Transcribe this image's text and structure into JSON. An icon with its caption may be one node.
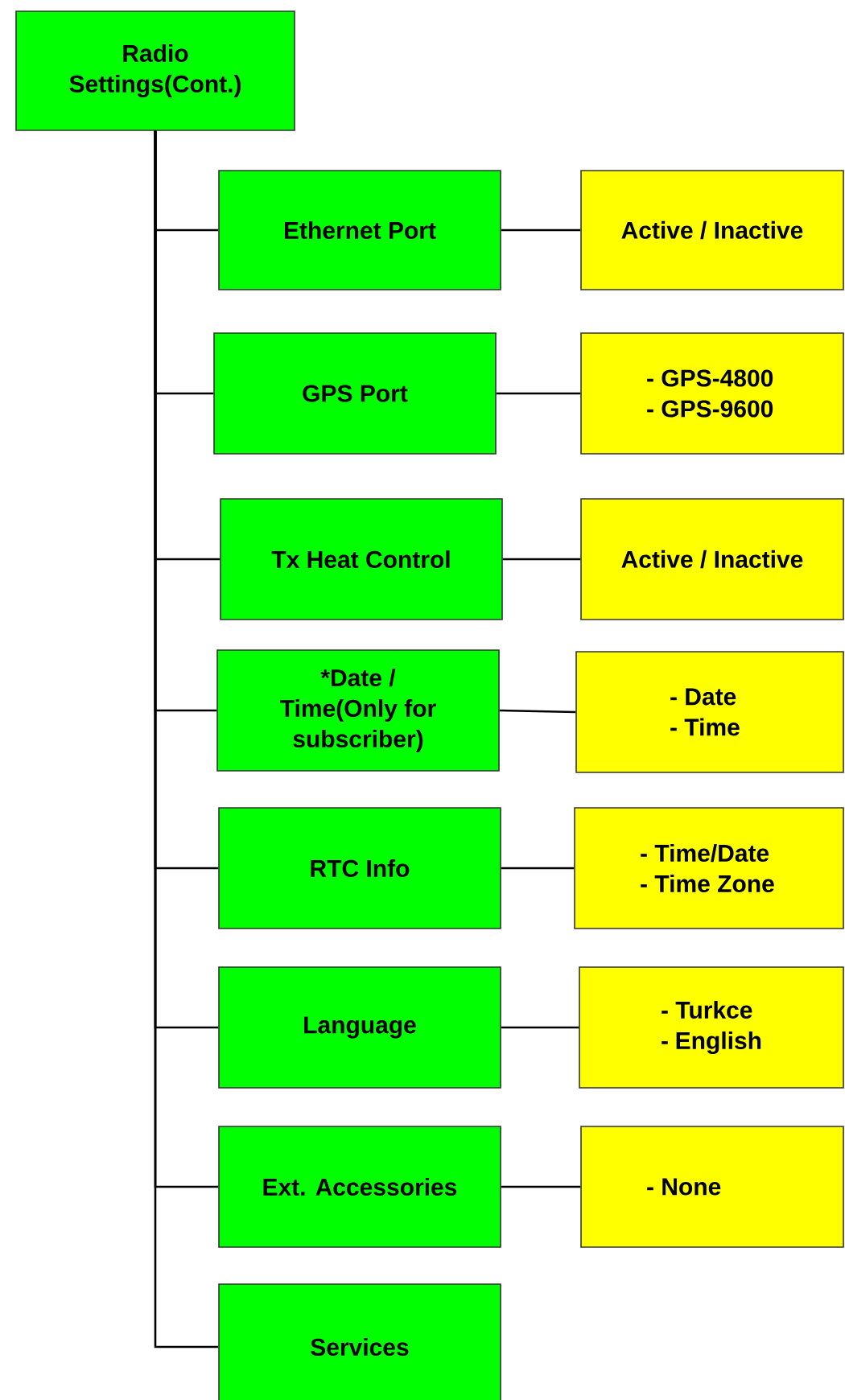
{
  "diagram": {
    "nodes": [
      {
        "text": [
          "Radio Settings(Cont.)"
        ]
      },
      {
        "text": [
          "Ethernet Port"
        ]
      },
      {
        "text": [
          "Active / Inactive"
        ]
      },
      {
        "text": [
          "GPS Port"
        ]
      },
      {
        "text": [
          "- GPS-4800 - GPS-9600"
        ]
      },
      {
        "text": [
          "Tx Heat Control"
        ]
      },
      {
        "text": [
          "Active / Inactive"
        ]
      },
      {
        "text": [
          "*Date / Time(Only for subscriber)"
        ]
      },
      {
        "text": [
          "- Date - Time"
        ]
      },
      {
        "text": [
          "RTC Info"
        ]
      },
      {
        "text": [
          "- Time/Date - Time Zone"
        ]
      },
      {
        "text": [
          "Language"
        ]
      },
      {
        "text": [
          "- Turkce - English"
        ]
      },
      {
        "text": [
          "Ext. Accessories"
        ]
      },
      {
        "text": [
          "- None"
        ]
      },
      {
        "text": [
          "Services"
        ]
      }
    ],
    "edges": [
      {
        "from": 0,
        "to": 1,
        "arrow": "none"
      },
      {
        "from": 0,
        "to": 3,
        "arrow": "none"
      },
      {
        "from": 0,
        "to": 5,
        "arrow": "none"
      },
      {
        "from": 0,
        "to": 7,
        "arrow": "none"
      },
      {
        "from": 0,
        "to": 9,
        "arrow": "none"
      },
      {
        "from": 0,
        "to": 11,
        "arrow": "none"
      },
      {
        "from": 0,
        "to": 13,
        "arrow": "none"
      },
      {
        "from": 0,
        "to": 15,
        "arrow": "none"
      },
      {
        "from": 1,
        "to": 2,
        "arrow": "none"
      },
      {
        "from": 3,
        "to": 4,
        "arrow": "none"
      },
      {
        "from": 5,
        "to": 6,
        "arrow": "none"
      },
      {
        "from": 7,
        "to": 8,
        "arrow": "none"
      },
      {
        "from": 9,
        "to": 10,
        "arrow": "none"
      },
      {
        "from": 11,
        "to": 12,
        "arrow": "none"
      },
      {
        "from": 13,
        "to": 14,
        "arrow": "none"
      }
    ]
  }
}
